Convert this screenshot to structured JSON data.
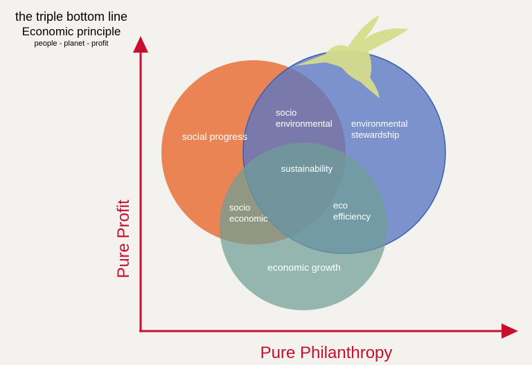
{
  "title": {
    "main": "the triple bottom line",
    "sub": "Economic principle",
    "tagline": "people - planet - profit"
  },
  "axes": {
    "y_label": "Pure Profit",
    "x_label": "Pure Philanthropy"
  },
  "circles": {
    "social": "social progress",
    "environmental_line1": "environmental",
    "environmental_line2": "stewardship",
    "economic": "economic growth"
  },
  "overlaps": {
    "socio_environmental_line1": "socio",
    "socio_environmental_line2": "environmental",
    "socio_economic_line1": "socio",
    "socio_economic_line2": "economic",
    "eco_efficiency_line1": "eco",
    "eco_efficiency_line2": "efficiency",
    "center": "sustainability"
  },
  "colors": {
    "social": "#e8743f",
    "environmental": "#5877c4",
    "economic": "#6f9e95",
    "axis": "#c8102e",
    "bird": "#d4dc8a"
  },
  "icons": {
    "bird": "hummingbird-icon"
  }
}
